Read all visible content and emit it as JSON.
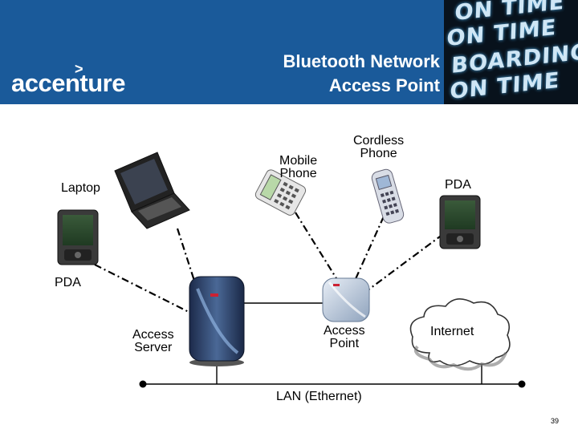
{
  "header": {
    "logo_text": "accenture",
    "title_line1": "Bluetooth Network",
    "title_line2": "Access Point",
    "board_lines": [
      "ON TIME",
      "ON TIME",
      "BOARDING",
      "ON TIME"
    ]
  },
  "nodes": {
    "laptop": "Laptop",
    "mobile_phone_line1": "Mobile",
    "mobile_phone_line2": "Phone",
    "cordless_phone_line1": "Cordless",
    "cordless_phone_line2": "Phone",
    "pda_right": "PDA",
    "pda_left": "PDA",
    "access_server_line1": "Access",
    "access_server_line2": "Server",
    "access_point_line1": "Access",
    "access_point_line2": "Point",
    "internet": "Internet",
    "lan": "LAN (Ethernet)"
  },
  "page_number": "39",
  "colors": {
    "header_bg": "#1a5a9a",
    "board_bg": "#08121c",
    "board_text": "#cfe6f5"
  }
}
